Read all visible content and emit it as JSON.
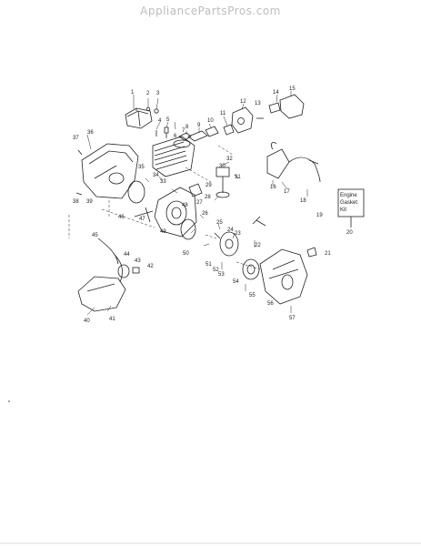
{
  "watermark": "AppliancePartsPros.com",
  "kit_label": {
    "line1": "Engine",
    "line2": "Gasket",
    "line3": "Kit"
  },
  "part_numbers": {
    "p1": "1",
    "p2": "2",
    "p3": "3",
    "p4": "4",
    "p5": "5",
    "p6": "6",
    "p7": "7",
    "p8": "8",
    "p9": "9",
    "p10": "10",
    "p11": "11",
    "p12": "12",
    "p13": "13",
    "p14": "14",
    "p15": "15",
    "p16": "16",
    "p17": "17",
    "p18": "18",
    "p19": "19",
    "p20": "20",
    "p21": "21",
    "p22": "22",
    "p23": "23",
    "p24": "24",
    "p25": "25",
    "p26": "26",
    "p27": "27",
    "p28": "28",
    "p29": "29",
    "p30": "30",
    "p31": "31",
    "p32": "32",
    "p33": "33",
    "p34": "34",
    "p35": "35",
    "p36": "36",
    "p37": "37",
    "p38": "38",
    "p39": "39",
    "p40": "40",
    "p41": "41",
    "p42": "42",
    "p43": "43",
    "p44": "44",
    "p45": "45",
    "p46": "46",
    "p47": "47",
    "p48": "48",
    "p49": "49",
    "p50": "50",
    "p51": "51",
    "p52": "52",
    "p53": "53",
    "p54": "54",
    "p55": "55",
    "p56": "56",
    "p57": "57"
  }
}
